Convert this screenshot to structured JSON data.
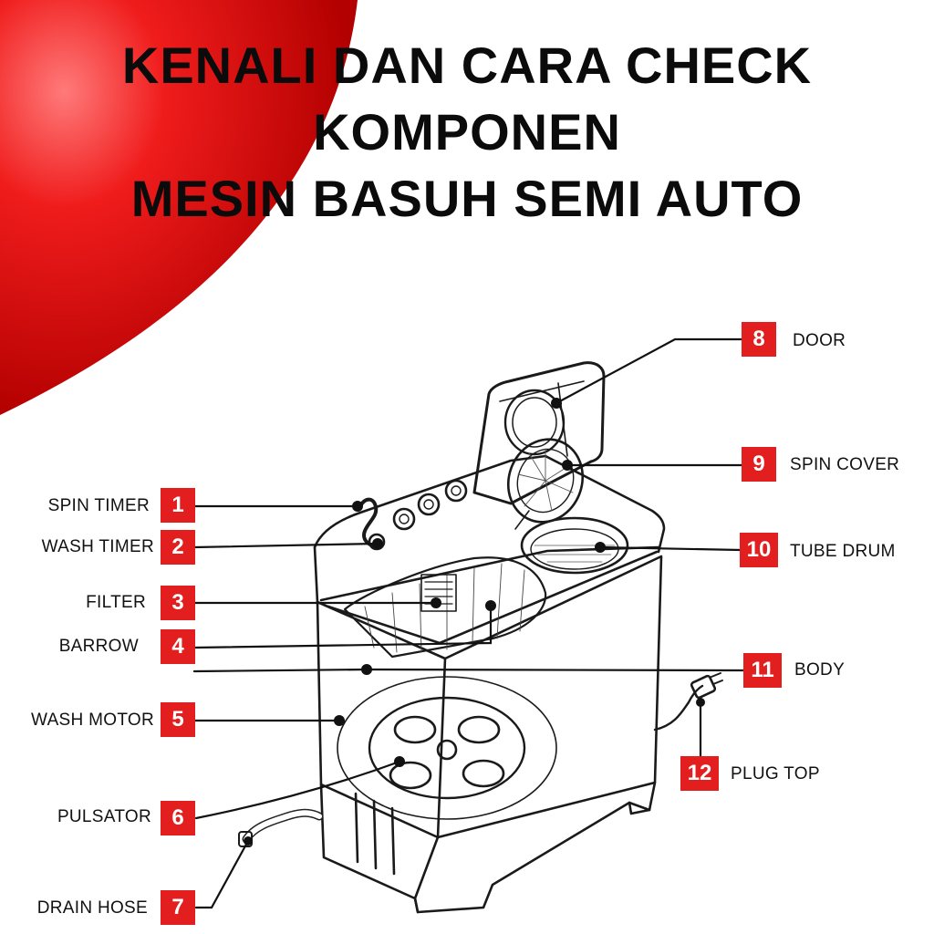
{
  "title": {
    "line1": "KENALI DAN CARA CHECK",
    "line2": "KOMPONEN",
    "line3": "MESIN BASUH SEMI AUTO"
  },
  "colors": {
    "accent_red": "#e31e1e",
    "ink": "#111111",
    "background": "#ffffff"
  },
  "labels": [
    {
      "num": "1",
      "text": "SPIN TIMER"
    },
    {
      "num": "2",
      "text": "WASH TIMER"
    },
    {
      "num": "3",
      "text": "FILTER"
    },
    {
      "num": "4",
      "text": "BARROW"
    },
    {
      "num": "5",
      "text": "WASH MOTOR"
    },
    {
      "num": "6",
      "text": "PULSATOR"
    },
    {
      "num": "7",
      "text": "DRAIN HOSE"
    },
    {
      "num": "8",
      "text": "DOOR"
    },
    {
      "num": "9",
      "text": "SPIN COVER"
    },
    {
      "num": "10",
      "text": "TUBE DRUM"
    },
    {
      "num": "11",
      "text": "BODY"
    },
    {
      "num": "12",
      "text": "PLUG TOP"
    }
  ]
}
